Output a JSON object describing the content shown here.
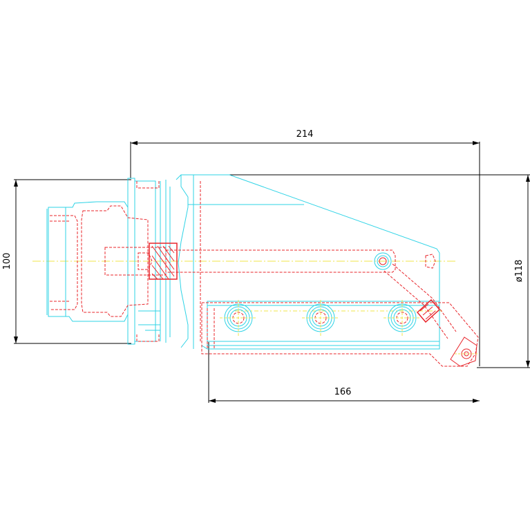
{
  "dimensions": {
    "top_width": "214",
    "bottom_width": "166",
    "left_height": "100",
    "right_diameter": "ø118"
  },
  "colors": {
    "outline": "#2ed3e6",
    "hidden": "#e8242a",
    "centerline": "#f2e64a",
    "dimension": "#000000"
  }
}
